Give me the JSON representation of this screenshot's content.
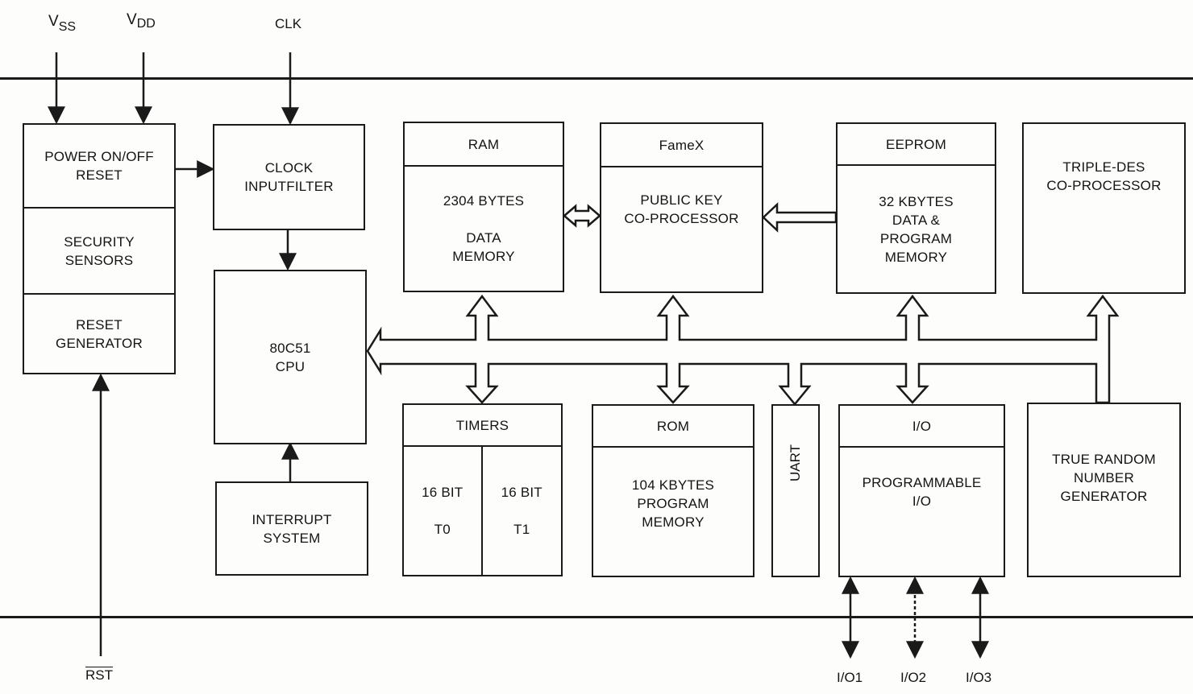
{
  "pins": {
    "vss": {
      "main": "V",
      "sub": "SS"
    },
    "vdd": {
      "main": "V",
      "sub": "DD"
    },
    "clk": "CLK",
    "rst": "RST",
    "io1": "I/O1",
    "io2": "I/O2",
    "io3": "I/O3"
  },
  "blocks": {
    "power_reset": "POWER ON/OFF\nRESET",
    "security_sensors": "SECURITY\nSENSORS",
    "reset_generator": "RESET\nGENERATOR",
    "clock_filter": "CLOCK\nINPUTFILTER",
    "cpu": "80C51\nCPU",
    "interrupt": "INTERRUPT\nSYSTEM",
    "ram": {
      "header": "RAM",
      "body": "2304 BYTES\n\nDATA\nMEMORY"
    },
    "famex": {
      "header": "FameX",
      "body": "PUBLIC KEY\nCO-PROCESSOR"
    },
    "eeprom": {
      "header": "EEPROM",
      "body": "32 KBYTES\nDATA &\nPROGRAM\nMEMORY"
    },
    "triple_des": "TRIPLE-DES\nCO-PROCESSOR",
    "timers": {
      "header": "TIMERS",
      "t0": "16 BIT\n\nT0",
      "t1": "16 BIT\n\nT1"
    },
    "rom": {
      "header": "ROM",
      "body": "104 KBYTES\nPROGRAM\nMEMORY"
    },
    "uart": "UART",
    "io": {
      "header": "I/O",
      "body": "PROGRAMMABLE\nI/O"
    },
    "trng": "TRUE RANDOM\nNUMBER\nGENERATOR"
  }
}
